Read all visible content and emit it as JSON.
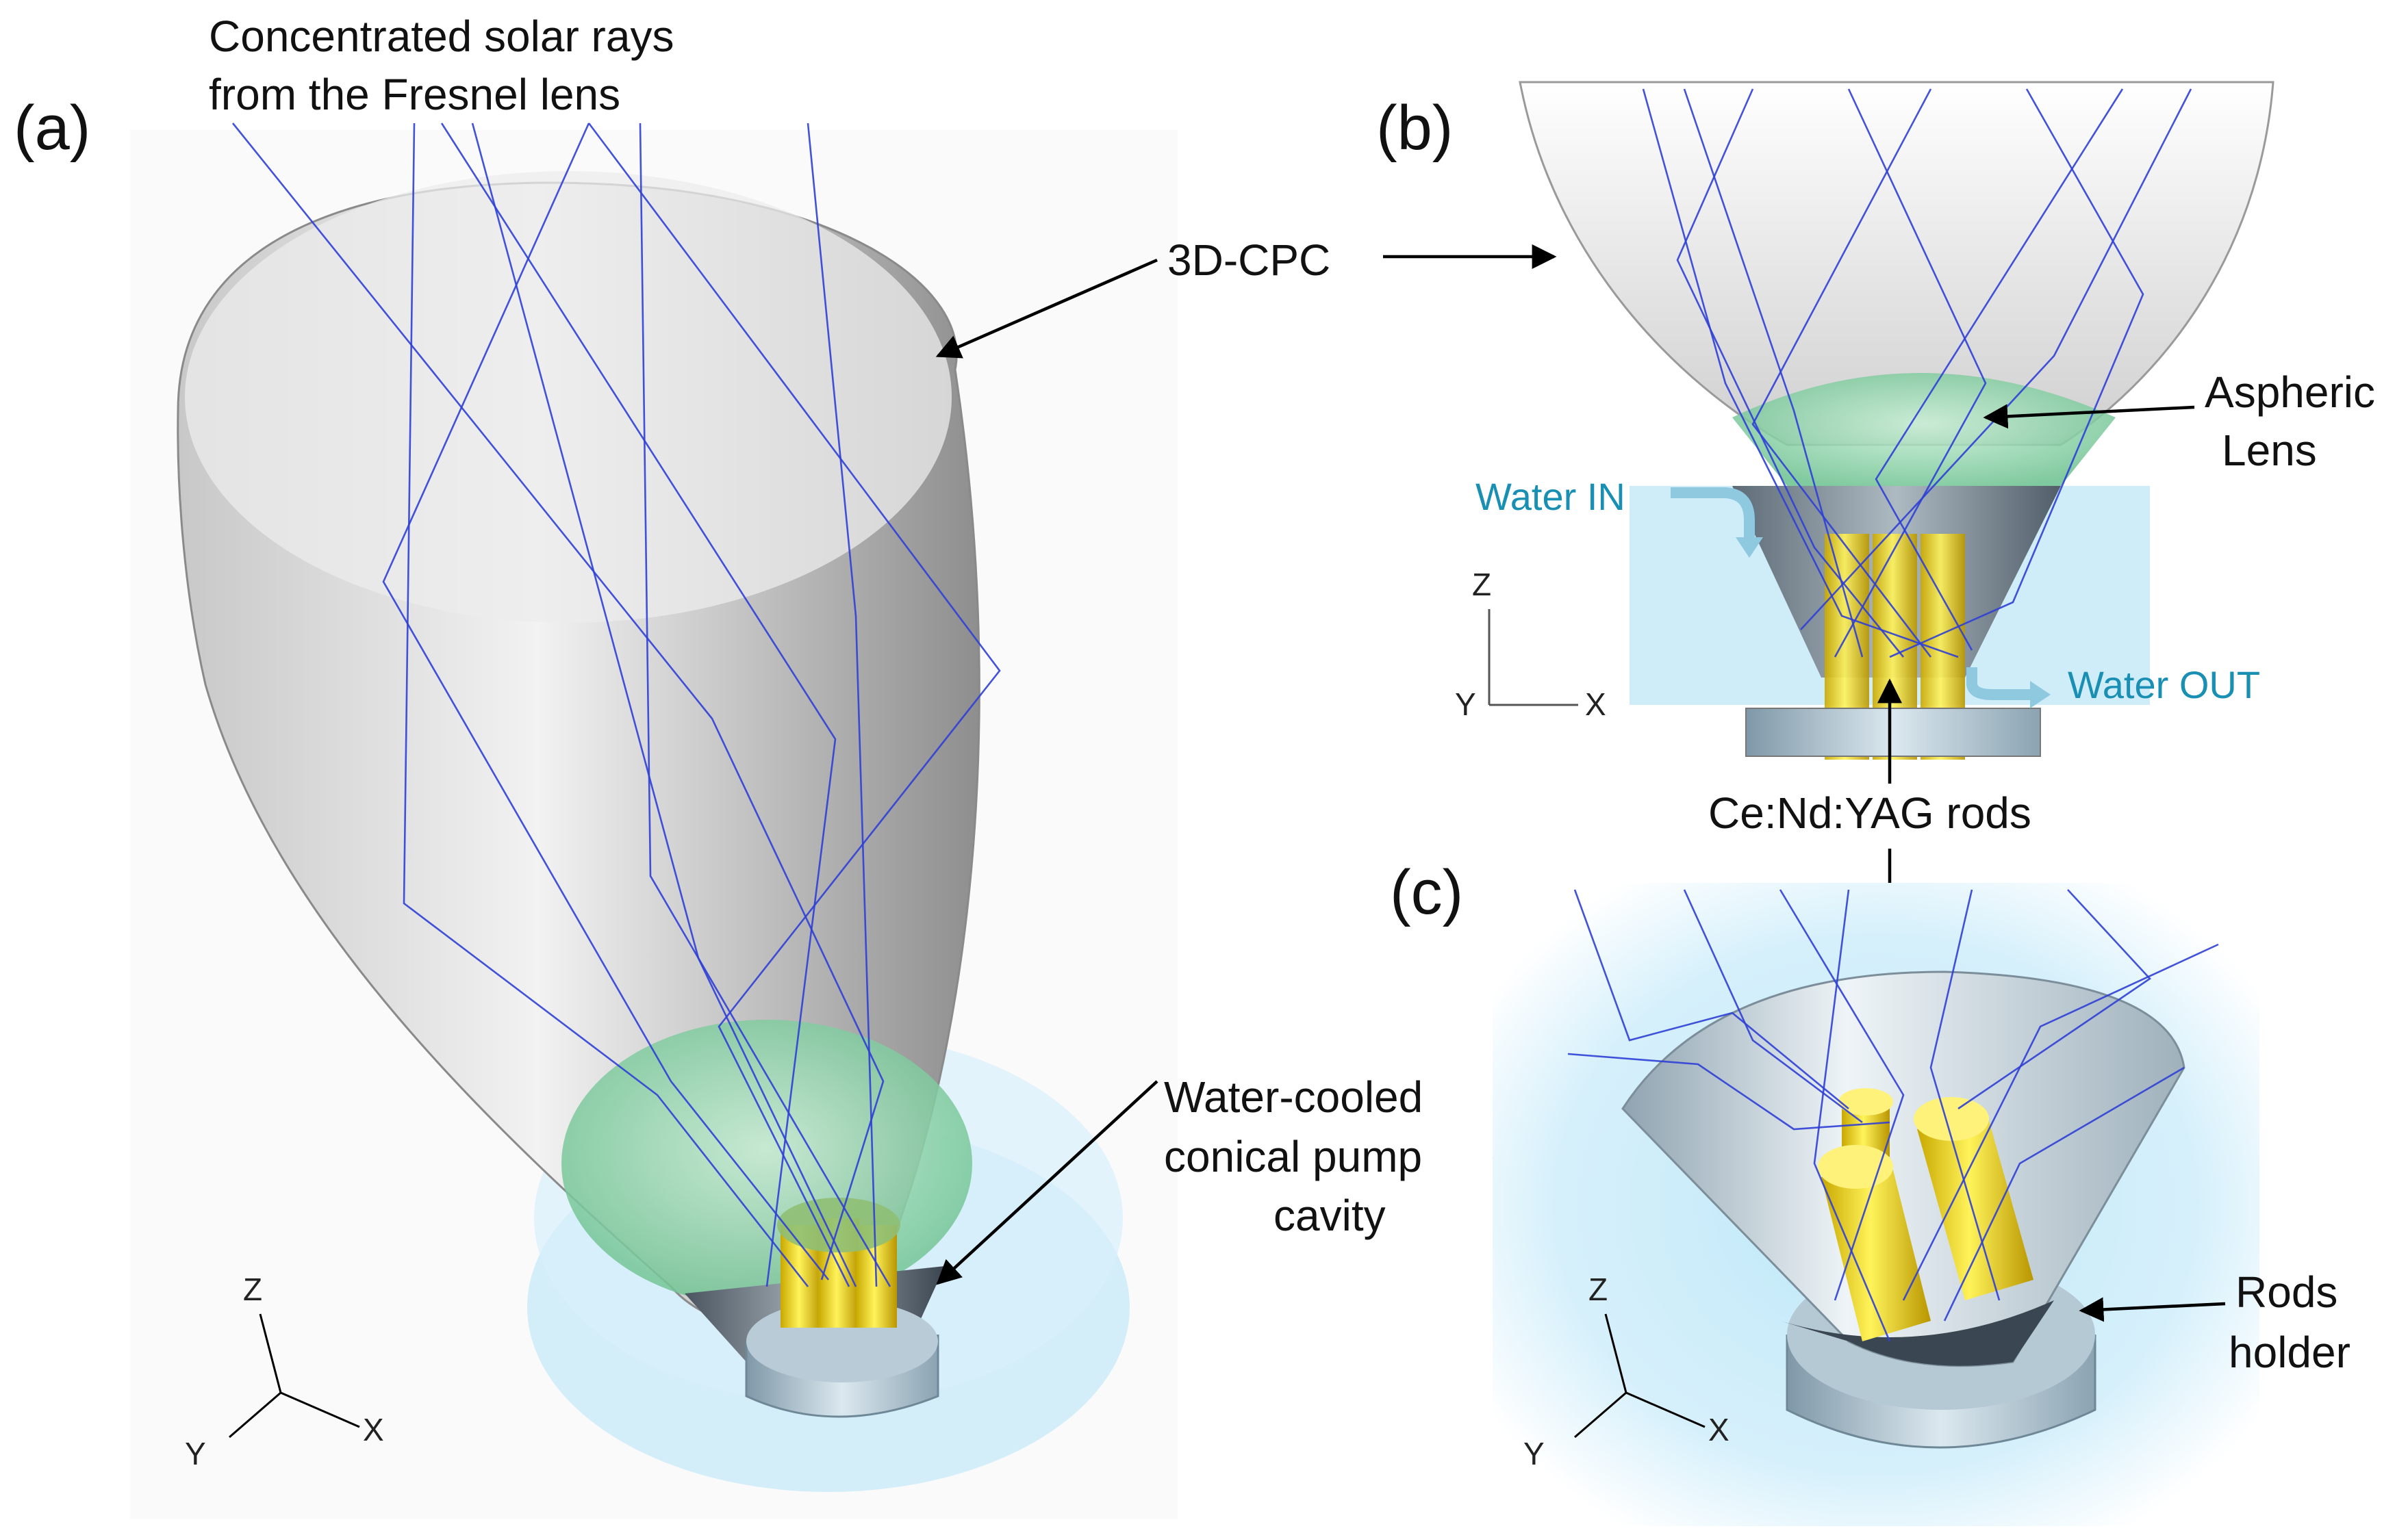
{
  "panels": {
    "a": {
      "label": "(a)"
    },
    "b": {
      "label": "(b)"
    },
    "c": {
      "label": "(c)"
    }
  },
  "annotations": {
    "rays_line1": "Concentrated solar rays",
    "rays_line2": "from the Fresnel lens",
    "cpc": "3D-CPC",
    "aspheric_line1": "Aspheric",
    "aspheric_line2": "Lens",
    "water_in": "Water IN",
    "water_out": "Water OUT",
    "rods": "Ce:Nd:YAG rods",
    "cavity_line1": "Water-cooled",
    "cavity_line2": "conical pump",
    "cavity_line3": "cavity",
    "holder_line1": "Rods",
    "holder_line2": "holder"
  },
  "axes": {
    "a": {
      "z": "Z",
      "y": "Y",
      "x": "X"
    },
    "b": {
      "z": "Z",
      "y": "Y",
      "x": "X"
    },
    "c": {
      "z": "Z",
      "y": "Y",
      "x": "X"
    }
  },
  "colors": {
    "rays": "#2f3fd6",
    "cpc_gray": "#9a9a9a",
    "water_blue": "#bfe8f7",
    "lens_green": "#6fcf96",
    "rod_yellow": "#f1dc1a",
    "water_label": "#1a8fb4"
  }
}
